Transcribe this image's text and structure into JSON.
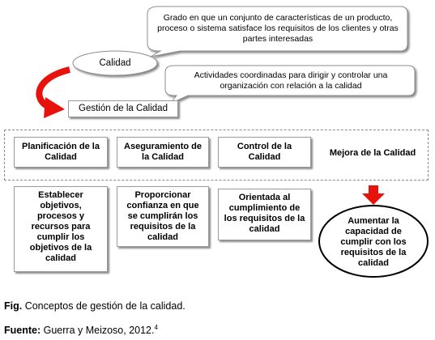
{
  "diagram": {
    "calidad_label": "Calidad",
    "calidad_definition": "Grado en que un conjunto de características de un producto, proceso o sistema satisface los requisitos de los clientes y otras partes interesadas",
    "gestion_label": "Gestión de la Calidad",
    "gestion_definition": "Actividades coordinadas para dirigir y controlar una organización con relación a la calidad",
    "components": [
      {
        "title": "Planificación de la Calidad",
        "description": "Establecer objetivos, procesos y recursos para cumplir los objetivos de la calidad"
      },
      {
        "title": "Aseguramiento de la Calidad",
        "description": "Proporcionar confianza en que se cumplirán los requisitos de la calidad"
      },
      {
        "title": "Control de la Calidad",
        "description": "Orientada al cumplimiento de los requisitos de la calidad"
      },
      {
        "title": "Mejora de la Calidad",
        "description": "Aumentar la capacidad de cumplir con los requisitos de la calidad"
      }
    ],
    "colors": {
      "arrow": "#e8120c",
      "border": "#9a9a9a",
      "shadow": "#8a8a8a"
    }
  },
  "caption": {
    "fig_label": "Fig.",
    "fig_text": " Conceptos de gestión de la calidad.",
    "source_label": "Fuente:",
    "source_text": " Guerra y Meizoso, 2012.",
    "source_ref": "4"
  }
}
